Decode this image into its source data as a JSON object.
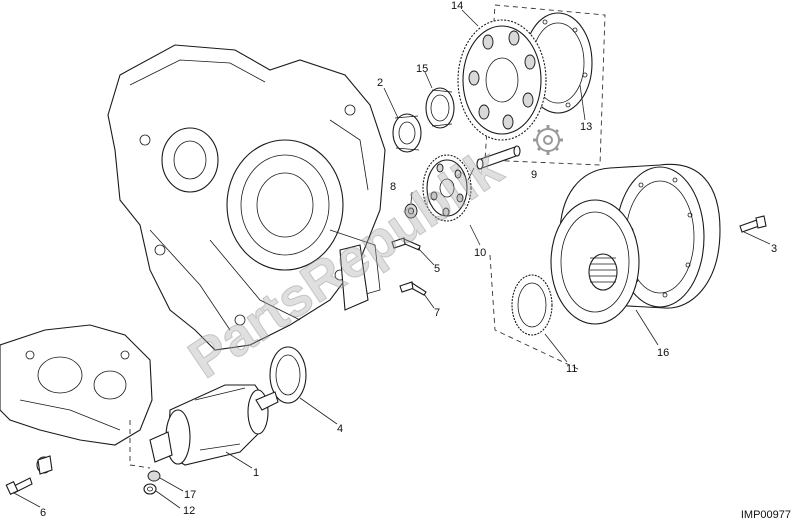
{
  "diagram": {
    "reference_code": "IMP00977",
    "watermark": "PartsRepublik",
    "callouts": [
      "1",
      "2",
      "3",
      "4",
      "5",
      "6",
      "7",
      "8",
      "9",
      "10",
      "11",
      "12",
      "13",
      "14",
      "15",
      "16",
      "17"
    ]
  }
}
